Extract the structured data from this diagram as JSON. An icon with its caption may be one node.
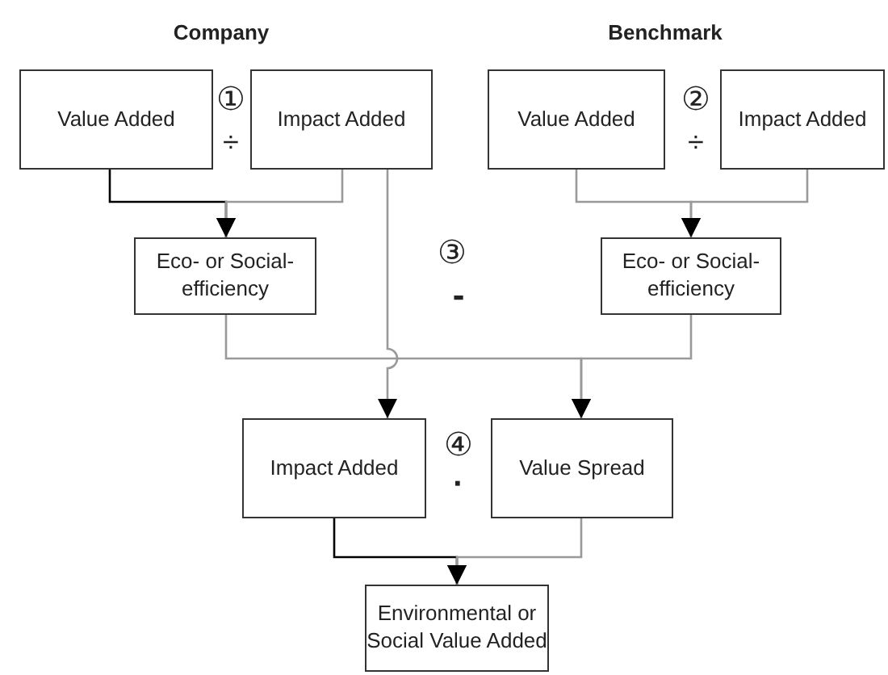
{
  "diagram": {
    "nodes": [
      {
        "text": [
          "Value Added"
        ]
      },
      {
        "text": [
          "Impact Added"
        ]
      },
      {
        "text": [
          "Value Added"
        ]
      },
      {
        "text": [
          "Impact Added"
        ]
      },
      {
        "text": [
          "Eco- or Social-efficiency"
        ]
      },
      {
        "text": [
          "Eco- or Social-efficiency"
        ]
      },
      {
        "text": [
          "Impact Added"
        ]
      },
      {
        "text": [
          "Value Spread"
        ]
      },
      {
        "text": [
          "Environmental or Social Value Added"
        ]
      }
    ],
    "edges": [
      {
        "from": 0,
        "to": 4,
        "arrow": "to",
        "color": "#000000"
      },
      {
        "from": 1,
        "to": 4,
        "arrow": "to"
      },
      {
        "from": 2,
        "to": 5,
        "arrow": "to"
      },
      {
        "from": 3,
        "to": 5,
        "arrow": "to"
      },
      {
        "from": 1,
        "to": 6,
        "arrow": "to"
      },
      {
        "from": 4,
        "to": 7,
        "arrow": "to"
      },
      {
        "from": 5,
        "to": 7,
        "arrow": "to"
      },
      {
        "from": 6,
        "to": 8,
        "arrow": "to",
        "color": "#000000"
      },
      {
        "from": 7,
        "to": 8,
        "arrow": "to"
      }
    ],
    "labels": [
      "Company",
      "Benchmark",
      "①",
      "÷",
      "②",
      "÷",
      "③",
      "-",
      "④",
      "·"
    ]
  }
}
